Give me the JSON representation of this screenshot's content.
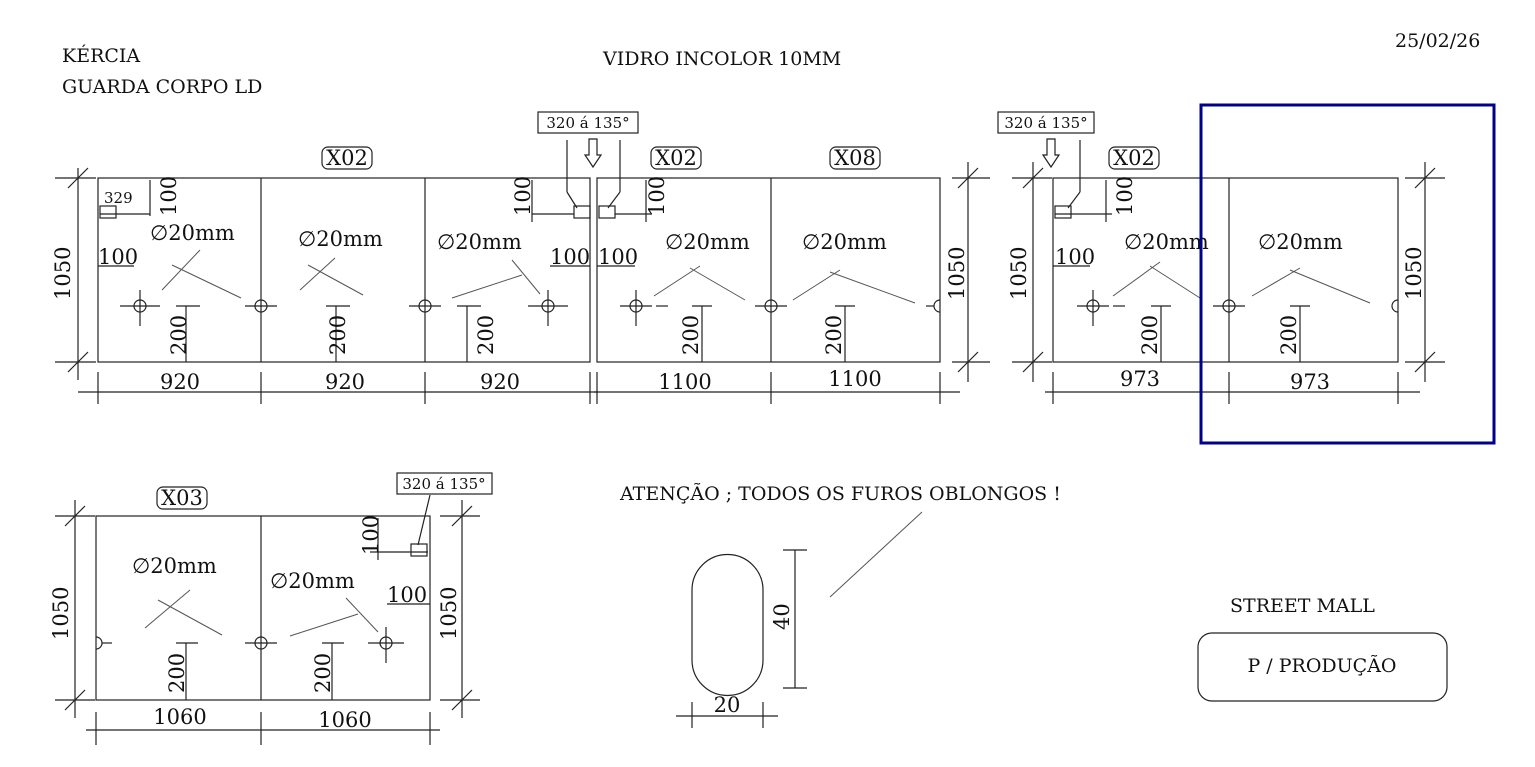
{
  "header": {
    "client": "KÉRCIA",
    "product": "GUARDA CORPO LD",
    "material": "VIDRO INCOLOR 10MM",
    "date": "25/02/26"
  },
  "panels": {
    "a": {
      "tag": "X02",
      "height": "1050",
      "widths": [
        "920",
        "920",
        "920"
      ],
      "hole_labels": [
        "∅20mm",
        "∅20mm",
        "∅20mm"
      ],
      "corner": "329",
      "offsets": [
        "100",
        "100",
        "100",
        "100"
      ],
      "depth": [
        "200",
        "200",
        "200"
      ],
      "callout": "320 á 135°"
    },
    "b": {
      "tags": [
        "X02",
        "X08"
      ],
      "height": "1050",
      "widths": [
        "1100",
        "1100"
      ],
      "hole_labels": [
        "∅20mm",
        "∅20mm"
      ],
      "offsets": [
        "100",
        "100"
      ],
      "depth": [
        "200",
        "200"
      ]
    },
    "c": {
      "tag": "X02",
      "height_left": "1050",
      "height_right": "1050",
      "widths": [
        "973",
        "973"
      ],
      "hole_labels": [
        "∅20mm",
        "∅20mm"
      ],
      "offsets": [
        "100",
        "100"
      ],
      "depth": [
        "200",
        "200"
      ],
      "callout": "320 á 135°"
    },
    "d": {
      "tag": "X03",
      "height_left": "1050",
      "height_right": "1050",
      "widths": [
        "1060",
        "1060"
      ],
      "hole_labels": [
        "∅20mm",
        "∅20mm"
      ],
      "offsets": [
        "100",
        "100"
      ],
      "depth": [
        "200",
        "200"
      ],
      "callout": "320 á 135°"
    }
  },
  "note": {
    "text": "ATENÇÃO ; TODOS OS FUROS OBLONGOS !",
    "slot_height": "40",
    "slot_width": "20"
  },
  "footer": {
    "project": "STREET MALL",
    "stamp": "P / PRODUÇÃO"
  },
  "highlight_color": "#00008b"
}
